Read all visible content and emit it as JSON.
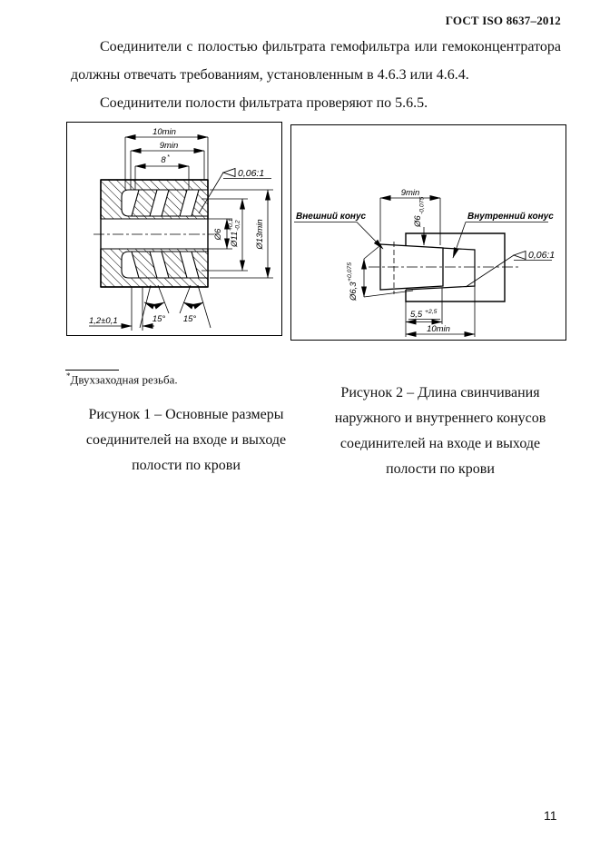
{
  "page": {
    "header": "ГОСТ ISO 8637–2012",
    "page_number": "11"
  },
  "paragraphs": {
    "p1": "Соединители с полостью фильтрата гемофильтра или гемоконцентратора должны отвечать требованиям, установленным в 4.6.3 или 4.6.4.",
    "p2": "Соединители полости фильтрата проверяют по 5.6.5."
  },
  "figure1": {
    "dims": {
      "d10": "10min",
      "d9": "9min",
      "d8": "8",
      "d8_sup": "*",
      "taper": "0,06:1",
      "d6": "Ø6",
      "d11": "Ø11",
      "d11_tol_plus": "+0,1",
      "d11_tol_minus": "-0,2",
      "d13": "Ø13min",
      "len": "1,2±0,1",
      "angle1": "15°",
      "angle2": "15°"
    },
    "caption": [
      "Рисунок 1 – Основные размеры",
      "соединителей на входе и выходе",
      "полости по крови"
    ]
  },
  "figure2": {
    "labels": {
      "outer": "Внешний конус",
      "inner": "Внутренний конус"
    },
    "dims": {
      "d9": "9min",
      "d6": "Ø6",
      "d6_tol": "-0,075",
      "d63": "Ø6,3",
      "d63_tol": "+0,075",
      "taper": "0,06:1",
      "len55": "5,5",
      "len55_tol": "+2,5",
      "d10": "10min"
    },
    "caption": [
      "Рисунок 2 – Длина свинчивания",
      "наружного и внутреннего конусов",
      "соединителей на входе и выходе",
      "полости по крови"
    ]
  },
  "footnote": {
    "marker": "*",
    "text": "Двухзаходная резьба."
  }
}
